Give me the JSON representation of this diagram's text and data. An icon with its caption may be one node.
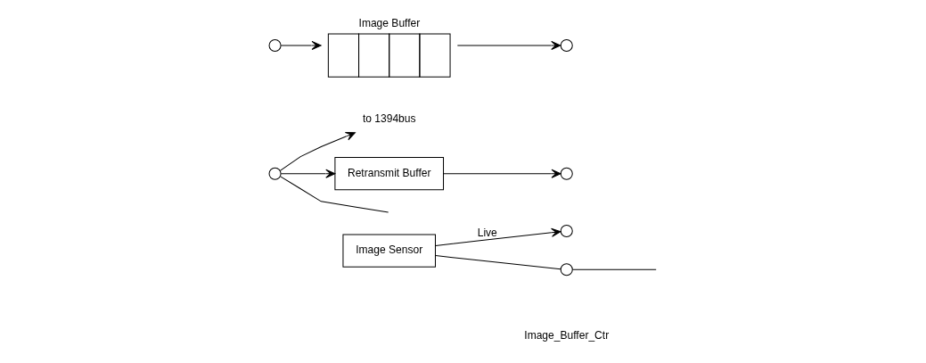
{
  "diagram": {
    "nodes": [
      {
        "text": [
          "Image Sensor"
        ]
      },
      {
        "text": [],
        "shape": "circle"
      },
      {
        "text": [],
        "shape": "circle"
      },
      {
        "text": [
          "to 1394bus"
        ]
      },
      {
        "text": [],
        "shape": "circle"
      },
      {
        "text": [],
        "shape": "circle"
      },
      {
        "text": [
          "Image Buffer"
        ]
      },
      {
        "text": [],
        "shape": "circle"
      },
      {
        "text": [],
        "shape": "circle"
      },
      {
        "text": [
          "Retransmit Buffer"
        ]
      }
    ],
    "edges": [
      {
        "from": 0,
        "to": 1,
        "arrow": "to",
        "label": "Live"
      },
      {
        "from": 0,
        "to": 7,
        "arrow": "none"
      },
      {
        "from": 7,
        "to": null,
        "arrow": "none"
      },
      {
        "from": 8,
        "to": 6,
        "arrow": "to"
      },
      {
        "from": 6,
        "to": 4,
        "arrow": "to"
      },
      {
        "from": 9,
        "to": 5,
        "arrow": "to"
      },
      {
        "from": 2,
        "to": null,
        "arrow": "none"
      },
      {
        "from": 2,
        "to": 3,
        "arrow": "to"
      },
      {
        "from": 2,
        "to": 9,
        "arrow": "to"
      }
    ],
    "labels": [
      "Image_Buffer_Ctr"
    ]
  }
}
